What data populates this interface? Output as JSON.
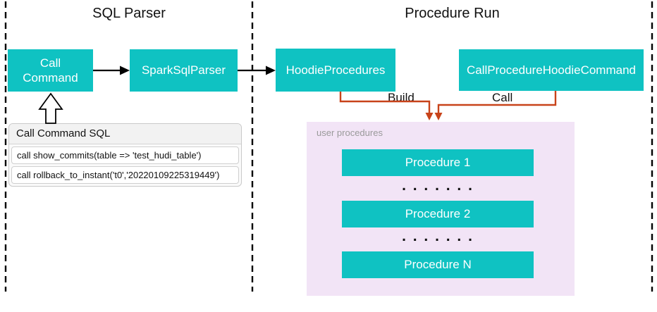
{
  "sections": {
    "left_title": "SQL Parser",
    "right_title": "Procedure Run"
  },
  "nodes": {
    "call_command": "Call Command",
    "spark_sql_parser": "SparkSqlParser",
    "hoodie_procedures": "HoodieProcedures",
    "call_procedure_hoodie_command": "CallProcedureHoodieCommand"
  },
  "edge_labels": {
    "build": "Build",
    "call": "Call"
  },
  "sql_panel": {
    "title": "Call Command SQL",
    "rows": [
      "call show_commits(table => 'test_hudi_table')",
      "call rollback_to_instant('t0','20220109225319449')"
    ]
  },
  "user_procedures": {
    "label": "user procedures",
    "items": [
      "Procedure 1",
      "Procedure 2",
      "Procedure N"
    ],
    "separator_dots": ". . . . . . ."
  },
  "colors": {
    "node_teal": "#0fc2c2",
    "edge_orange": "#c8431a",
    "container_lavender": "#f2e4f6",
    "label_gray": "#9a9a9a",
    "line_black": "#000000"
  }
}
